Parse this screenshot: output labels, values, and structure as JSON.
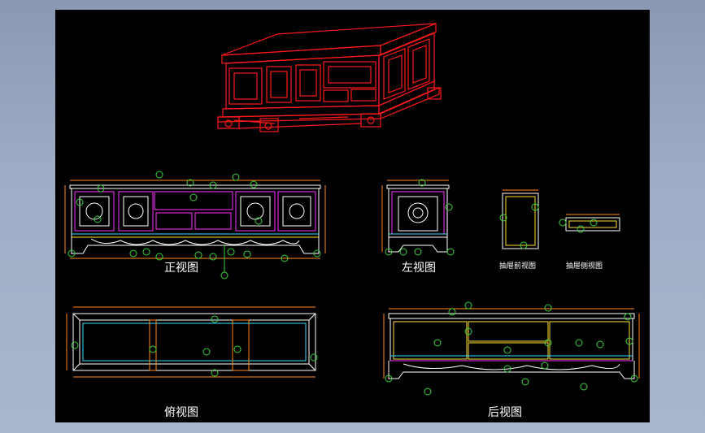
{
  "views": {
    "front_label": "正视图",
    "left_label": "左视图",
    "top_label": "俯视图",
    "back_label": "后视图",
    "drawer_front_label": "抽屉前视图",
    "drawer_side_label": "抽屉侧视图"
  },
  "colors": {
    "background": "#000000",
    "frame_bg": "#9aa8c2",
    "iso_red": "#ff1a1a",
    "outline_white": "#ffffff",
    "dim_orange": "#ff8c1a",
    "balloon_green": "#3cd23c",
    "magenta": "#ff33ff",
    "cyan": "#33e0ff",
    "yellow": "#ffe033"
  }
}
